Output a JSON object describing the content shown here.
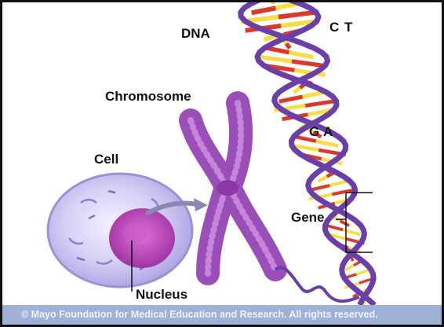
{
  "labels": {
    "dna": "DNA",
    "chromosome": "Chromosome",
    "cell": "Cell",
    "nucleus": "Nucleus",
    "gene": "Gene",
    "base_c": "C",
    "base_t": "T",
    "base_g": "G",
    "base_a": "A"
  },
  "credit": "© Mayo Foundation for Medical Education and Research. All rights reserved.",
  "colors": {
    "helix_backbone": "#6a3fa8",
    "chromosome": "#9a4fb8",
    "cell_membrane": "#b9b0e8",
    "nucleus": "#b545b5",
    "arrow": "#8b87b5",
    "credit_bar": "#9fb1d6",
    "base_red": "#d93a2b",
    "base_orange": "#f39a2c",
    "base_yellow": "#f4df48",
    "base_green": "#42b54a"
  }
}
